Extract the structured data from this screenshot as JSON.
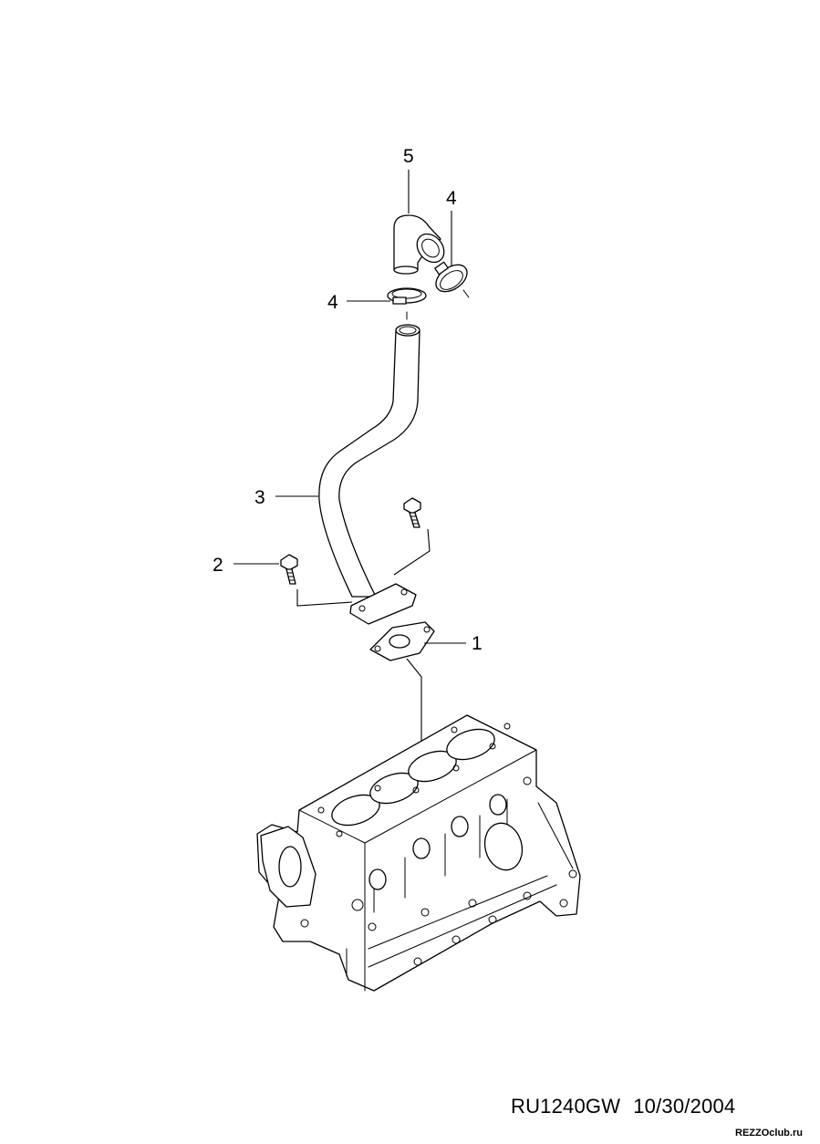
{
  "callouts": {
    "c1": "1",
    "c2": "2",
    "c3": "3",
    "c4a": "4",
    "c4b": "4",
    "c5": "5"
  },
  "footer": {
    "code": "RU1240GW",
    "date": "10/30/2004"
  },
  "watermark": "REZZOclub.ru"
}
